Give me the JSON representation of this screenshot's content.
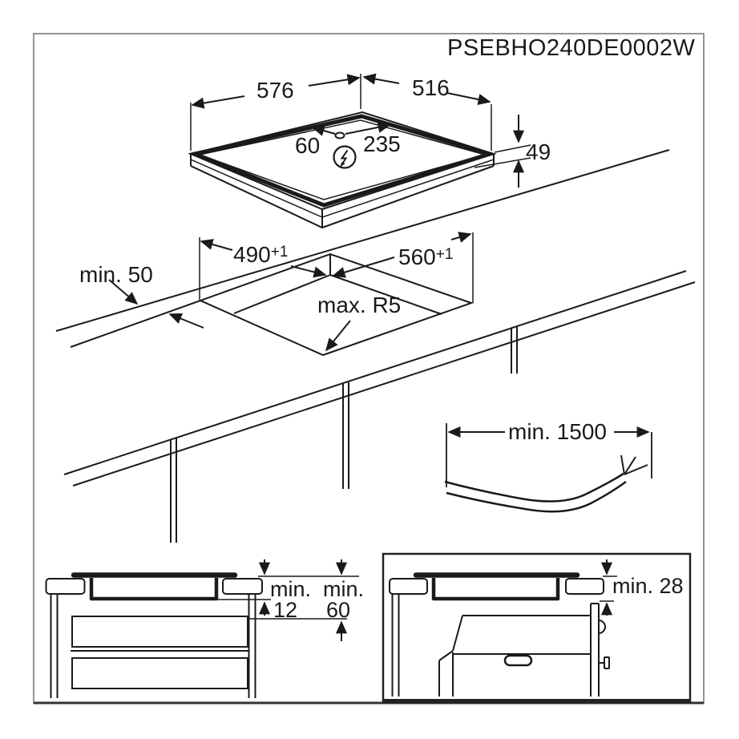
{
  "diagram_id": "PSEBHO240DE0002W",
  "top_view": {
    "width": "576",
    "depth": "516",
    "height": "49",
    "cable_hole_left_offset": "60",
    "cable_hole_right_offset": "235",
    "power_symbol": "lightning-in-circle-icon"
  },
  "cutout": {
    "front_clearance": "min. 50",
    "depth": "490",
    "depth_tol": "+1",
    "width": "560",
    "width_tol": "+1",
    "corner_radius": "max. R5"
  },
  "cable": {
    "length": "min. 1500"
  },
  "section_drawer": {
    "min_label_1": "min.",
    "value_1": "12",
    "min_label_2": "min.",
    "value_2": "60"
  },
  "section_oven": {
    "clearance": "min. 28"
  },
  "colors": {
    "line": "#1a1a1a",
    "frame": "#7a7a7a",
    "background": "#ffffff"
  }
}
